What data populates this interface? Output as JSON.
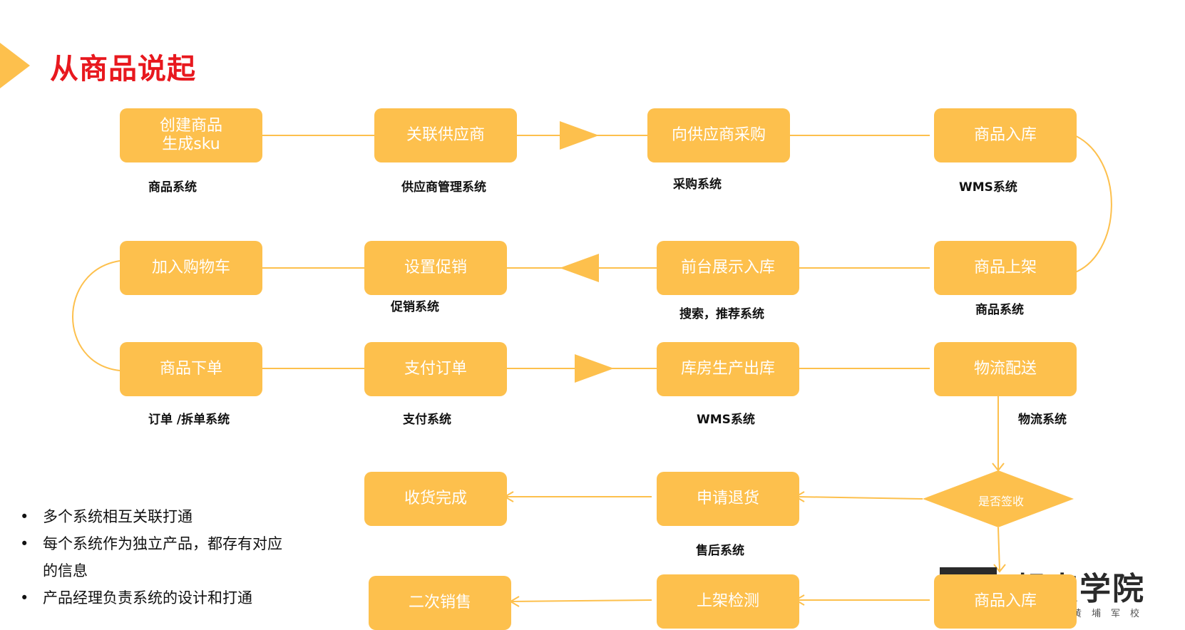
{
  "title": "从商品说起",
  "colors": {
    "box": "#FDC04D",
    "line": "#FDC04D",
    "title": "#E8181E",
    "arrow": "#FDC04D"
  },
  "nodes": {
    "create_product": {
      "label": "创建商品\n生成sku",
      "system": "商品系统"
    },
    "link_supplier": {
      "label": "关联供应商",
      "system": "供应商管理系统"
    },
    "purchase": {
      "label": "向供应商采购",
      "system": "采购系统"
    },
    "inbound_1": {
      "label": "商品入库",
      "system": "WMS系统"
    },
    "listing": {
      "label": "商品上架",
      "system": "商品系统"
    },
    "frontend": {
      "label": "前台展示入库",
      "system": "搜索，推荐系统"
    },
    "promotion": {
      "label": "设置促销",
      "system": "促销系统"
    },
    "cart": {
      "label": "加入购物车",
      "system": ""
    },
    "order": {
      "label": "商品下单",
      "system": "订单 /拆单系统"
    },
    "pay": {
      "label": "支付订单",
      "system": "支付系统"
    },
    "warehouse_out": {
      "label": "库房生产出库",
      "system": "WMS系统"
    },
    "logistics": {
      "label": "物流配送",
      "system": "物流系统"
    },
    "sign_check": {
      "label": "是否签收"
    },
    "return_req": {
      "label": "申请退货",
      "system": "售后系统"
    },
    "received": {
      "label": "收货完成"
    },
    "inbound_2": {
      "label": "商品入库"
    },
    "inspect": {
      "label": "上架检测"
    },
    "resale": {
      "label": "二次销售"
    }
  },
  "bullets": [
    "多个系统相互关联打通",
    "每个系统作为独立产品，都存有对应的信息",
    "产品经理负责系统的设计和打通"
  ],
  "logo": {
    "text": "起点学院",
    "subtitle": "黄埔军校",
    "icon": "logo-mark-icon"
  }
}
